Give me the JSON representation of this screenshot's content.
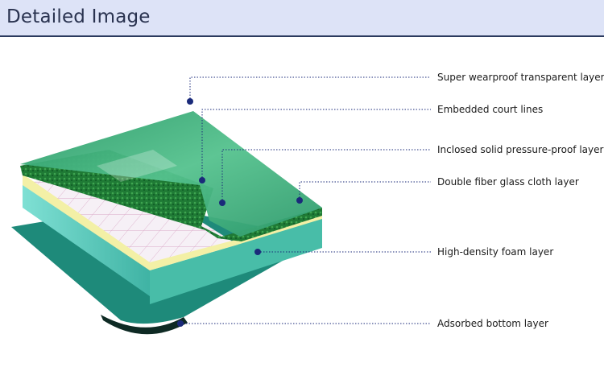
{
  "header": {
    "title": "Detailed Image"
  },
  "diagram": {
    "layers": [
      {
        "label": "Super wearproof transparent layer"
      },
      {
        "label": "Embedded court lines"
      },
      {
        "label": "Inclosed solid pressure-proof layer"
      },
      {
        "label": "Double fiber glass cloth layer"
      },
      {
        "label": "High-density foam layer"
      },
      {
        "label": "Adsorbed bottom layer"
      }
    ]
  },
  "colors": {
    "header_bg": "#dde3f7",
    "header_border": "#2b3a5e",
    "top_green": "#3cae78",
    "textured_green": "#1f7a35",
    "fiber_yellow": "#f3f0a6",
    "foam_grid": "#f5f0f5",
    "side_teal": "#5fcabc",
    "bottom_teal": "#1e8a7a",
    "marker": "#1a2a7a"
  }
}
